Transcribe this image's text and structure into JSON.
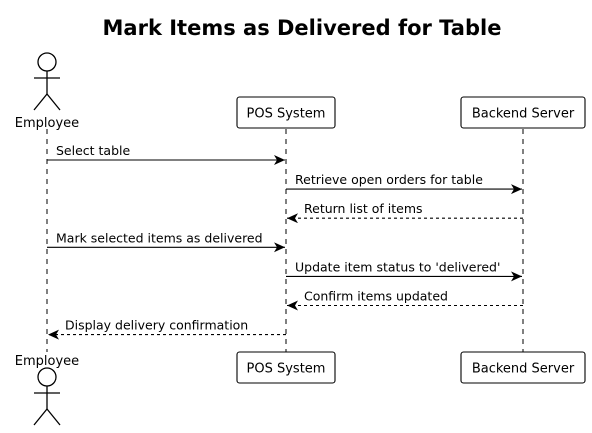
{
  "title": "Mark Items as Delivered for Table",
  "participants": [
    {
      "id": "employee",
      "type": "actor",
      "name": "Employee"
    },
    {
      "id": "pos",
      "type": "participant",
      "name": "POS System"
    },
    {
      "id": "backend",
      "type": "participant",
      "name": "Backend Server"
    }
  ],
  "messages": [
    {
      "from": "employee",
      "to": "pos",
      "text": "Select table",
      "style": "solid"
    },
    {
      "from": "pos",
      "to": "backend",
      "text": "Retrieve open orders for table",
      "style": "solid"
    },
    {
      "from": "backend",
      "to": "pos",
      "text": "Return list of items",
      "style": "dashed"
    },
    {
      "from": "employee",
      "to": "pos",
      "text": "Mark selected items as delivered",
      "style": "solid"
    },
    {
      "from": "pos",
      "to": "backend",
      "text": "Update item status to 'delivered'",
      "style": "solid"
    },
    {
      "from": "backend",
      "to": "pos",
      "text": "Confirm items updated",
      "style": "dashed"
    },
    {
      "from": "pos",
      "to": "employee",
      "text": "Display delivery confirmation",
      "style": "dashed"
    }
  ]
}
